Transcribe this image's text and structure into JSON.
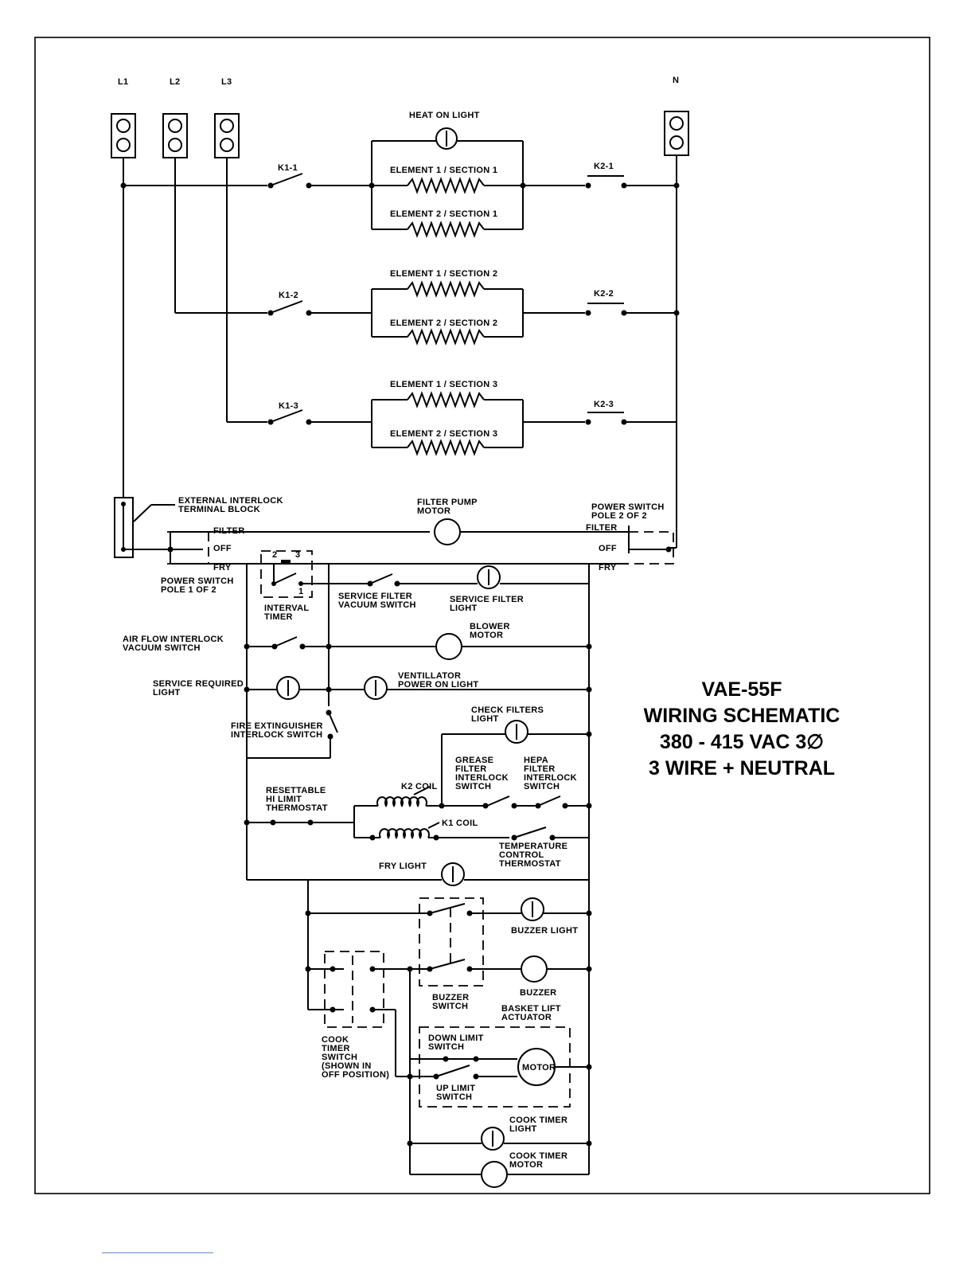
{
  "title": {
    "line1": "VAE-55F",
    "line2": "WIRING SCHEMATIC",
    "line3": "380 - 415 VAC 3∅",
    "line4": "3 WIRE + NEUTRAL"
  },
  "terminals": {
    "l1": "L1",
    "l2": "L2",
    "l3": "L3",
    "n": "N"
  },
  "labels": {
    "heat_on_light": "HEAT ON LIGHT",
    "k1_1": "K1-1",
    "k1_2": "K1-2",
    "k1_3": "K1-3",
    "k2_1": "K2-1",
    "k2_2": "K2-2",
    "k2_3": "K2-3",
    "el1_s1": "ELEMENT 1 / SECTION 1",
    "el2_s1": "ELEMENT 2 / SECTION 1",
    "el1_s2": "ELEMENT 1 / SECTION 2",
    "el2_s2": "ELEMENT 2 / SECTION 2",
    "el1_s3": "ELEMENT 1 / SECTION 3",
    "el2_s3": "ELEMENT 2 / SECTION 3",
    "ext_interlock_1": "EXTERNAL INTERLOCK",
    "ext_interlock_2": "TERMINAL BLOCK",
    "filter_pump_1": "FILTER PUMP",
    "filter_pump_2": "MOTOR",
    "ps2_1": "POWER SWITCH",
    "ps2_2": "POLE 2 OF 2",
    "filter": "FILTER",
    "off": "OFF",
    "fry": "FRY",
    "ps1_1": "POWER SWITCH",
    "ps1_2": "POLE 1 OF 2",
    "num_2": "2",
    "num_3": "3",
    "num_1": "1",
    "interval_1": "INTERVAL",
    "interval_2": "TIMER",
    "svc_vac_1": "SERVICE FILTER",
    "svc_vac_2": "VACUUM SWITCH",
    "svc_light_1": "SERVICE FILTER",
    "svc_light_2": "LIGHT",
    "airflow_1": "AIR FLOW INTERLOCK",
    "airflow_2": "VACUUM SWITCH",
    "blower_1": "BLOWER",
    "blower_2": "MOTOR",
    "svc_req_1": "SERVICE REQUIRED",
    "svc_req_2": "LIGHT",
    "vent_1": "VENTILLATOR",
    "vent_2": "POWER ON LIGHT",
    "fire_1": "FIRE EXTINGUISHER",
    "fire_2": "INTERLOCK SWITCH",
    "check_1": "CHECK FILTERS",
    "check_2": "LIGHT",
    "grease_1": "GREASE",
    "grease_2": "FILTER",
    "grease_3": "INTERLOCK",
    "grease_4": "SWITCH",
    "hepa_1": "HEPA",
    "hepa_2": "FILTER",
    "hepa_3": "INTERLOCK",
    "hepa_4": "SWITCH",
    "k2coil": "K2 COIL",
    "k1coil": "K1 COIL",
    "hilimit_1": "RESETTABLE",
    "hilimit_2": "HI LIMIT",
    "hilimit_3": "THERMOSTAT",
    "temp_1": "TEMPERATURE",
    "temp_2": "CONTROL",
    "temp_3": "THERMOSTAT",
    "fry_light": "FRY LIGHT",
    "buzzer_light": "BUZZER LIGHT",
    "buzzer": "BUZZER",
    "buzzer_sw_1": "BUZZER",
    "buzzer_sw_2": "SWITCH",
    "basket_1": "BASKET LIFT",
    "basket_2": "ACTUATOR",
    "down_1": "DOWN LIMIT",
    "down_2": "SWITCH",
    "up_1": "UP LIMIT",
    "up_2": "SWITCH",
    "motor": "MOTOR",
    "cook_sw_1": "COOK",
    "cook_sw_2": "TIMER",
    "cook_sw_3": "SWITCH",
    "cook_sw_4": "(SHOWN IN",
    "cook_sw_5": "OFF POSITION)",
    "ct_light_1": "COOK TIMER",
    "ct_light_2": "LIGHT",
    "ct_motor_1": "COOK TIMER",
    "ct_motor_2": "MOTOR"
  }
}
